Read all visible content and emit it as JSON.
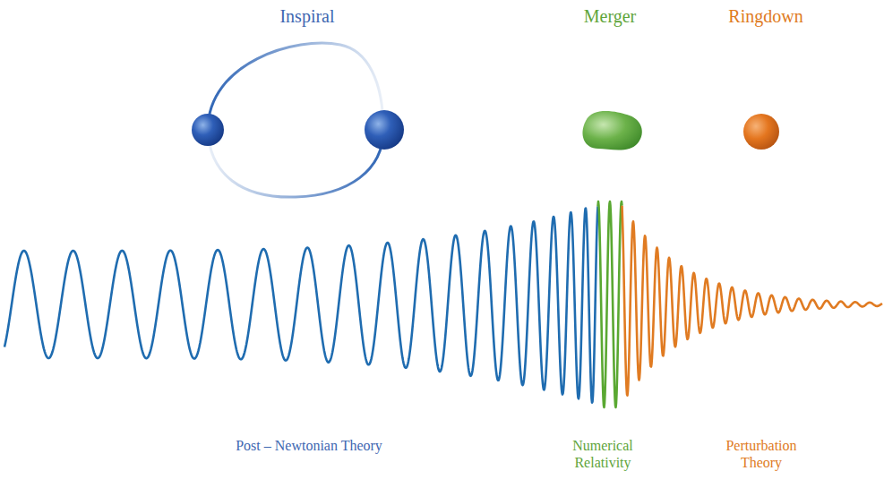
{
  "diagram": {
    "labels": [
      "Inspiral",
      "Merger",
      "Ringdown",
      "Post – Newtonian Theory",
      "Numerical Relativity",
      "Perturbation Theory"
    ]
  }
}
